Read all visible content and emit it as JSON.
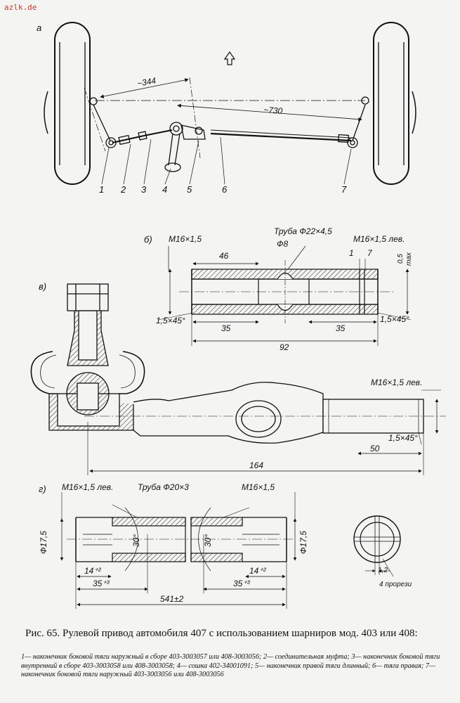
{
  "site_label": "azlk.de",
  "panels": {
    "a": "а",
    "b": "б)",
    "v": "в)",
    "g": "г)"
  },
  "view_a": {
    "dims": [
      "~344",
      "~730"
    ],
    "part_numbers": [
      "1",
      "2",
      "3",
      "4",
      "5",
      "6",
      "7"
    ]
  },
  "view_b": {
    "thread_left": "M16×1,5",
    "pipe": "Труба Ф22×4,5",
    "hole": "Ф8",
    "thread_right": "M16×1,5 лев.",
    "d46": "46",
    "d1": "1",
    "d7": "7",
    "d05": "0,5",
    "dmax": "max",
    "chamfer_left": "1,5×45°",
    "chamfer_right": "1,5×45°",
    "d35a": "35",
    "d35b": "35",
    "d92": "92"
  },
  "view_v": {
    "thread": "M16×1,5 лев.",
    "chamfer": "1,5×45°",
    "d50": "50",
    "d164": "164"
  },
  "view_g": {
    "thread_left": "M16×1,5 лев.",
    "pipe": "Труба Ф20×3",
    "thread_right": "M16×1,5",
    "dia_left": "Ф17,5",
    "dia_right": "Ф17,5",
    "angle_left": "30°",
    "angle_right": "30°",
    "d14a": "14⁺²",
    "d14b": "14⁺²",
    "d35a": "35⁺³",
    "d35b": "35⁺³",
    "d541": "541±2",
    "slot_width": "1,2",
    "slots": "4 прорези"
  },
  "caption": "Рис. 65. Рулевой привод автомобиля 407 с использованием шарниров мод. 403 или 408:",
  "legend": "1— наконечник боковой тяги наружный в сборе 403-3003057 или 408-3003056; 2— соединительная муфта; 3— наконечник боковой тяги внутренний в сборе 403-3003058 или 408-3003058; 4— сошка 402-34001091; 5— наконечник правой тяги длинный; 6— тяга правая; 7— наконечник боковой тяги наружный 403-3003056 или 408-3003056"
}
